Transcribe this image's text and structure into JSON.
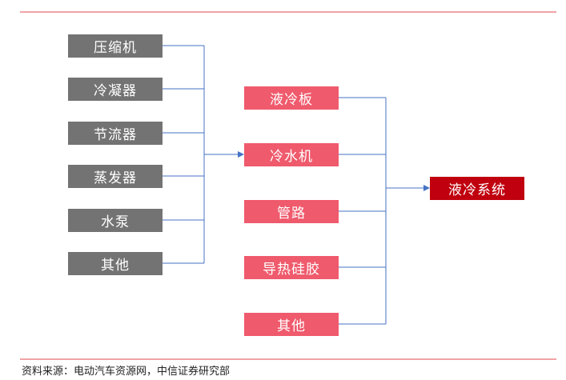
{
  "components": [
    "压缩机",
    "冷凝器",
    "节流器",
    "蒸发器",
    "水泵",
    "其他"
  ],
  "subsystems": [
    "液冷板",
    "冷水机",
    "管路",
    "导热硅胶",
    "其他"
  ],
  "system": "液冷系统",
  "source": "资料来源：电动汽车资源网，中信证券研究部",
  "colors": {
    "components_box": "#737373",
    "subsystems_box": "#ef5a6c",
    "system_box": "#c0000e",
    "connector": "#4472c4",
    "rule": "#f0a3a6"
  }
}
